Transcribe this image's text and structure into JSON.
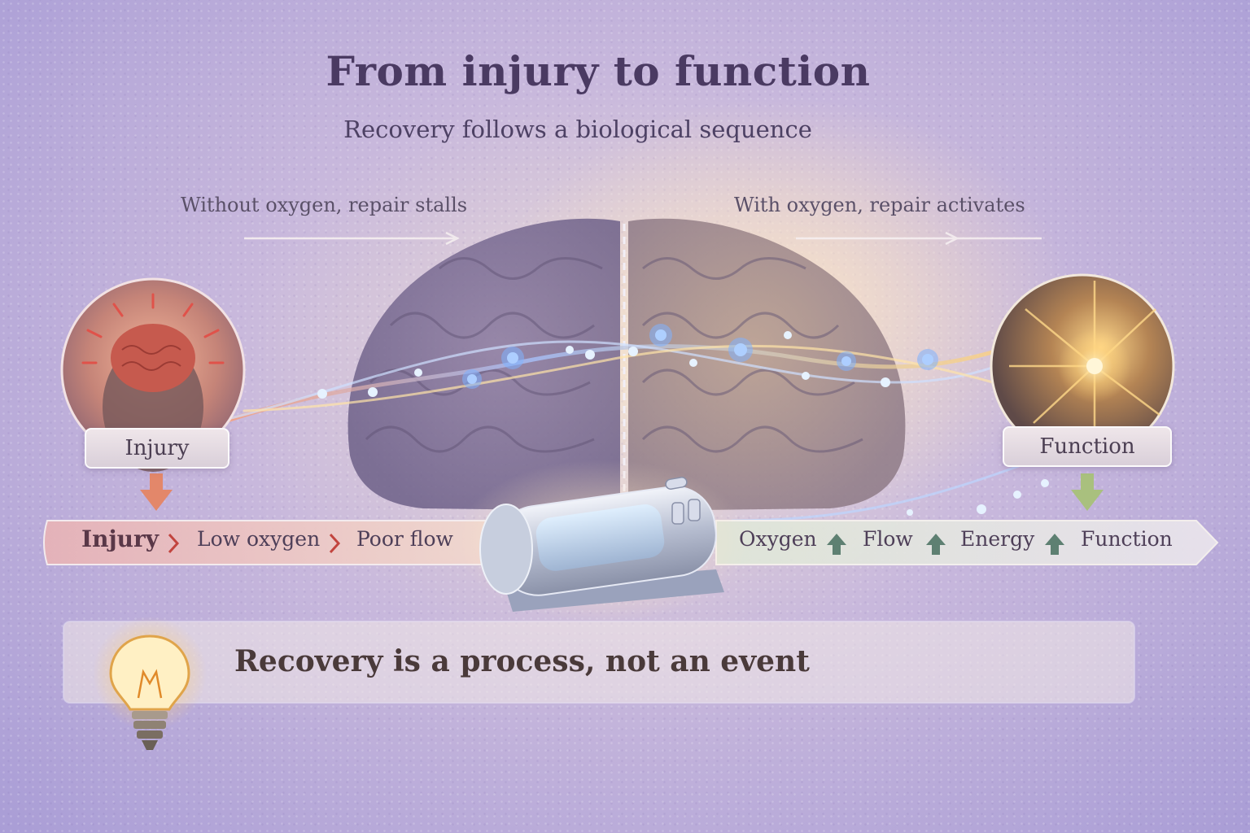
{
  "title": "From injury to function",
  "subtitle": "Recovery follows a biological sequence",
  "left_label": "Without oxygen, repair stalls",
  "right_label": "With oxygen, repair activates",
  "nodes": {
    "start": "Injury",
    "end": "Function"
  },
  "flow": {
    "left_steps": [
      "Injury",
      "Low oxygen",
      "Poor flow"
    ],
    "right_steps": [
      "Oxygen",
      "Flow",
      "Energy",
      "Function"
    ]
  },
  "takeaway": "Recovery is a process, not an event",
  "colors": {
    "title": "#4a3a62",
    "accent_red": "#c2443e",
    "accent_green": "#5e8072",
    "glow_gold": "#ffd27a",
    "particle_blue": "#9cc8ff"
  }
}
